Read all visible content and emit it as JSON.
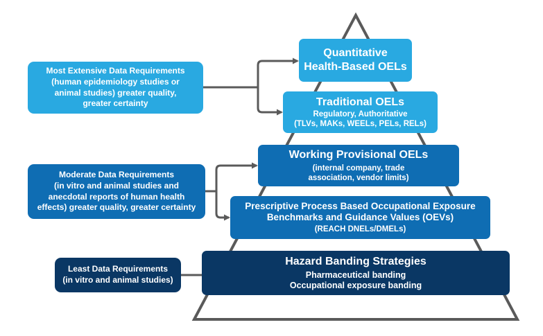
{
  "tiers": {
    "quantitative": {
      "line1": "Quantitative",
      "line2": "Health-Based OELs"
    },
    "traditional": {
      "line1": "Traditional OELs",
      "line2": "Regulatory, Authoritative",
      "line3": "(TLVs, MAKs, WEELs, PELs, RELs)"
    },
    "working": {
      "line1": "Working Provisional OELs",
      "line2": "(internal company, trade",
      "line3": "association, vendor limits)"
    },
    "prescriptive": {
      "line1": "Prescriptive Process Based Occupational Exposure",
      "line2": "Benchmarks and Guidance Values (OEVs)",
      "line3": "(REACH DNELs/DMELs)"
    },
    "hazard": {
      "line1": "Hazard Banding Strategies",
      "line2": "Pharmaceutical banding",
      "line3": "Occupational exposure banding"
    }
  },
  "requirements": {
    "most": {
      "line1": "Most Extensive Data Requirements",
      "line2": "(human epidemiology studies or",
      "line3": "animal studies) greater quality,",
      "line4": "greater certainty"
    },
    "moderate": {
      "line1": "Moderate Data Requirements",
      "line2": "(in vitro and animal studies and",
      "line3": "anecdotal reports of human health",
      "line4": "effects) greater quality, greater certainty"
    },
    "least": {
      "line1": "Least Data Requirements",
      "line2": "(in vitro and animal studies)"
    }
  },
  "colors": {
    "light_blue": "#29a9e1",
    "mid_blue": "#0f6db3",
    "dark_navy": "#0a3764",
    "outline": "#5a5a5a"
  }
}
